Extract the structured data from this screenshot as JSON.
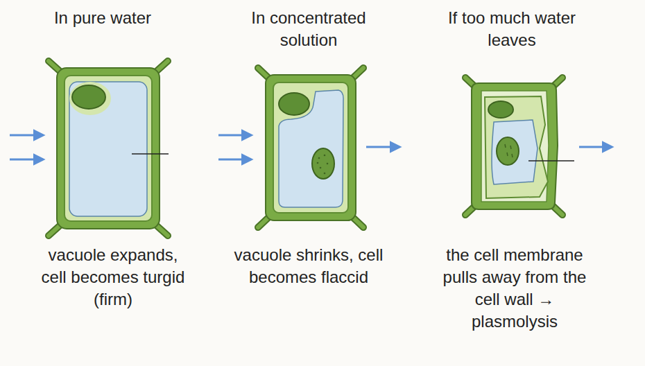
{
  "diagram": {
    "labels": [
      "In pure water",
      "In concentrated solution",
      "If too much water leaves",
      "vacuole expands, cell becomes turgid (firm)",
      "vacuole shrinks, cell becomes flaccid",
      "the cell membrane pulls away from the cell wall → plasmolysis"
    ]
  }
}
